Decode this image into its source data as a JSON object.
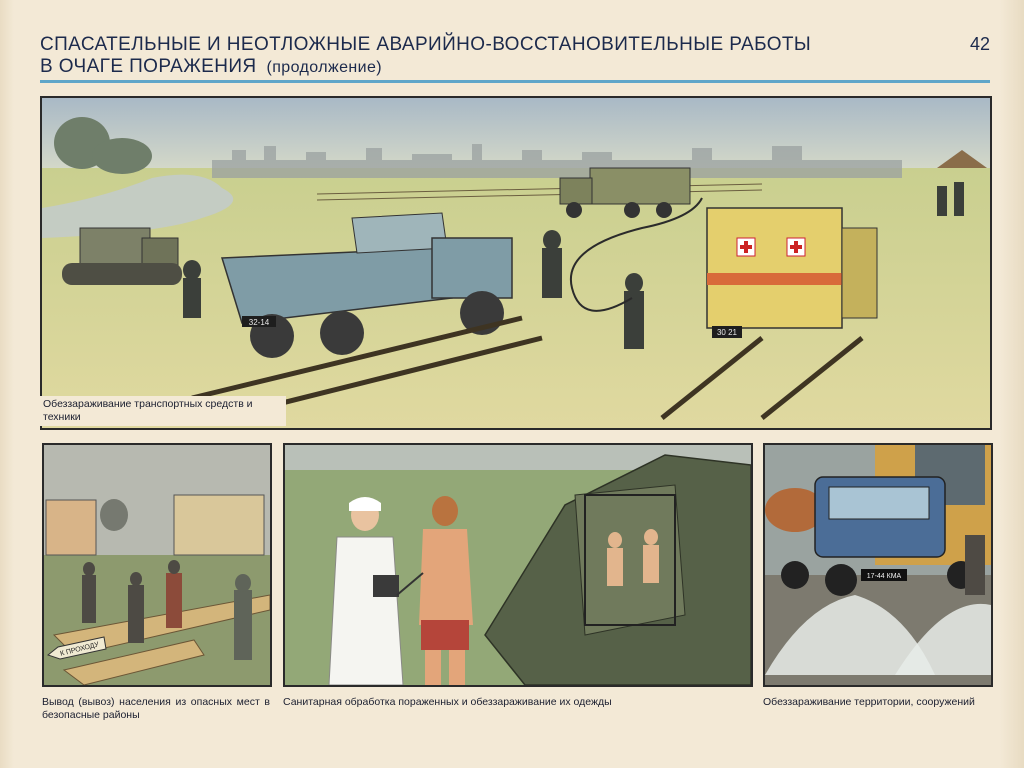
{
  "header": {
    "title_line1": "СПАСАТЕЛЬНЫЕ И НЕОТЛОЖНЫЕ  АВАРИЙНО-ВОССТАНОВИТЕЛЬНЫЕ РАБОТЫ",
    "title_line2": "В ОЧАГЕ ПОРАЖЕНИЯ",
    "title_continuation": "(продолжение)",
    "page_number": "42",
    "rule_color": "#5fa6c9"
  },
  "panels": [
    {
      "caption": "Обеззараживание транспортных средств и техники",
      "plate_dump_truck": "32-14",
      "plate_ambulance": "30 21"
    },
    {
      "caption": "Вывод (вывоз) населения из опасных мест в безопасные районы",
      "sign_text": "К ПРОХОДУ"
    },
    {
      "caption": "Санитарная обработка пораженных и обеззараживание их одежды"
    },
    {
      "caption": "Обеззараживание территории, сооружений",
      "plate_truck": "17-44 КМА"
    }
  ]
}
